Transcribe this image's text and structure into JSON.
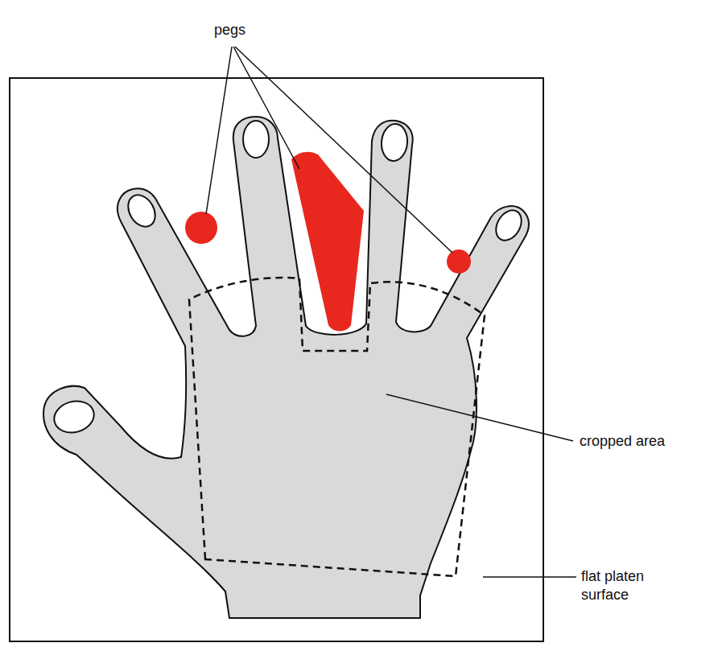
{
  "diagram": {
    "labels": [
      "pegs",
      "cropped area",
      "flat platen surface"
    ]
  }
}
